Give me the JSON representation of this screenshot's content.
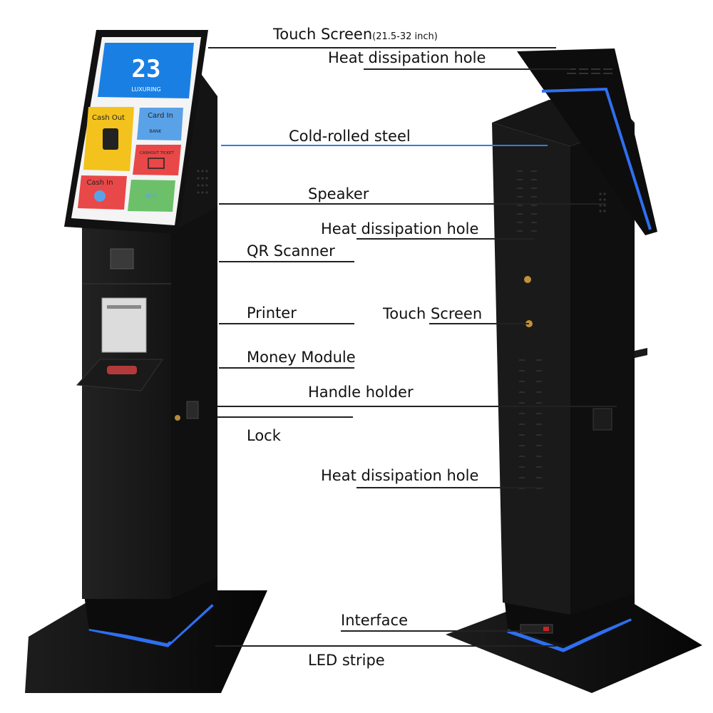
{
  "colors": {
    "body": "#151515",
    "body_side": "#0b0b0b",
    "led": "#2f6ff0",
    "steel_line": "#2f7fe0",
    "screen_blue": "#1a7fe3",
    "tile_yellow": "#f3c21c",
    "tile_blue": "#5aa2e8",
    "tile_red": "#e84848",
    "tile_green": "#6cc06a"
  },
  "screen": {
    "logo_text": "LUXURING",
    "tiles": {
      "cash_out": "Cash Out",
      "card_in": "Card In",
      "bank": "BANK",
      "ticket": "CASHOUT TICKET",
      "cash_in": "Cash In",
      "nfc": "NFC"
    }
  },
  "labels": {
    "touch_screen_top": "Touch Screen",
    "touch_screen_size": "(21.5-32 inch)",
    "heat_hole_1": "Heat dissipation hole",
    "cold_rolled_steel": "Cold-rolled steel",
    "speaker": "Speaker",
    "heat_hole_2": "Heat dissipation hole",
    "qr_scanner": "QR Scanner",
    "printer": "Printer",
    "touch_screen_mid": "Touch Screen",
    "money_module": "Money Module",
    "handle_holder": "Handle holder",
    "lock": "Lock",
    "heat_hole_3": "Heat dissipation hole",
    "interface": "Interface",
    "led_stripe": "LED stripe"
  }
}
